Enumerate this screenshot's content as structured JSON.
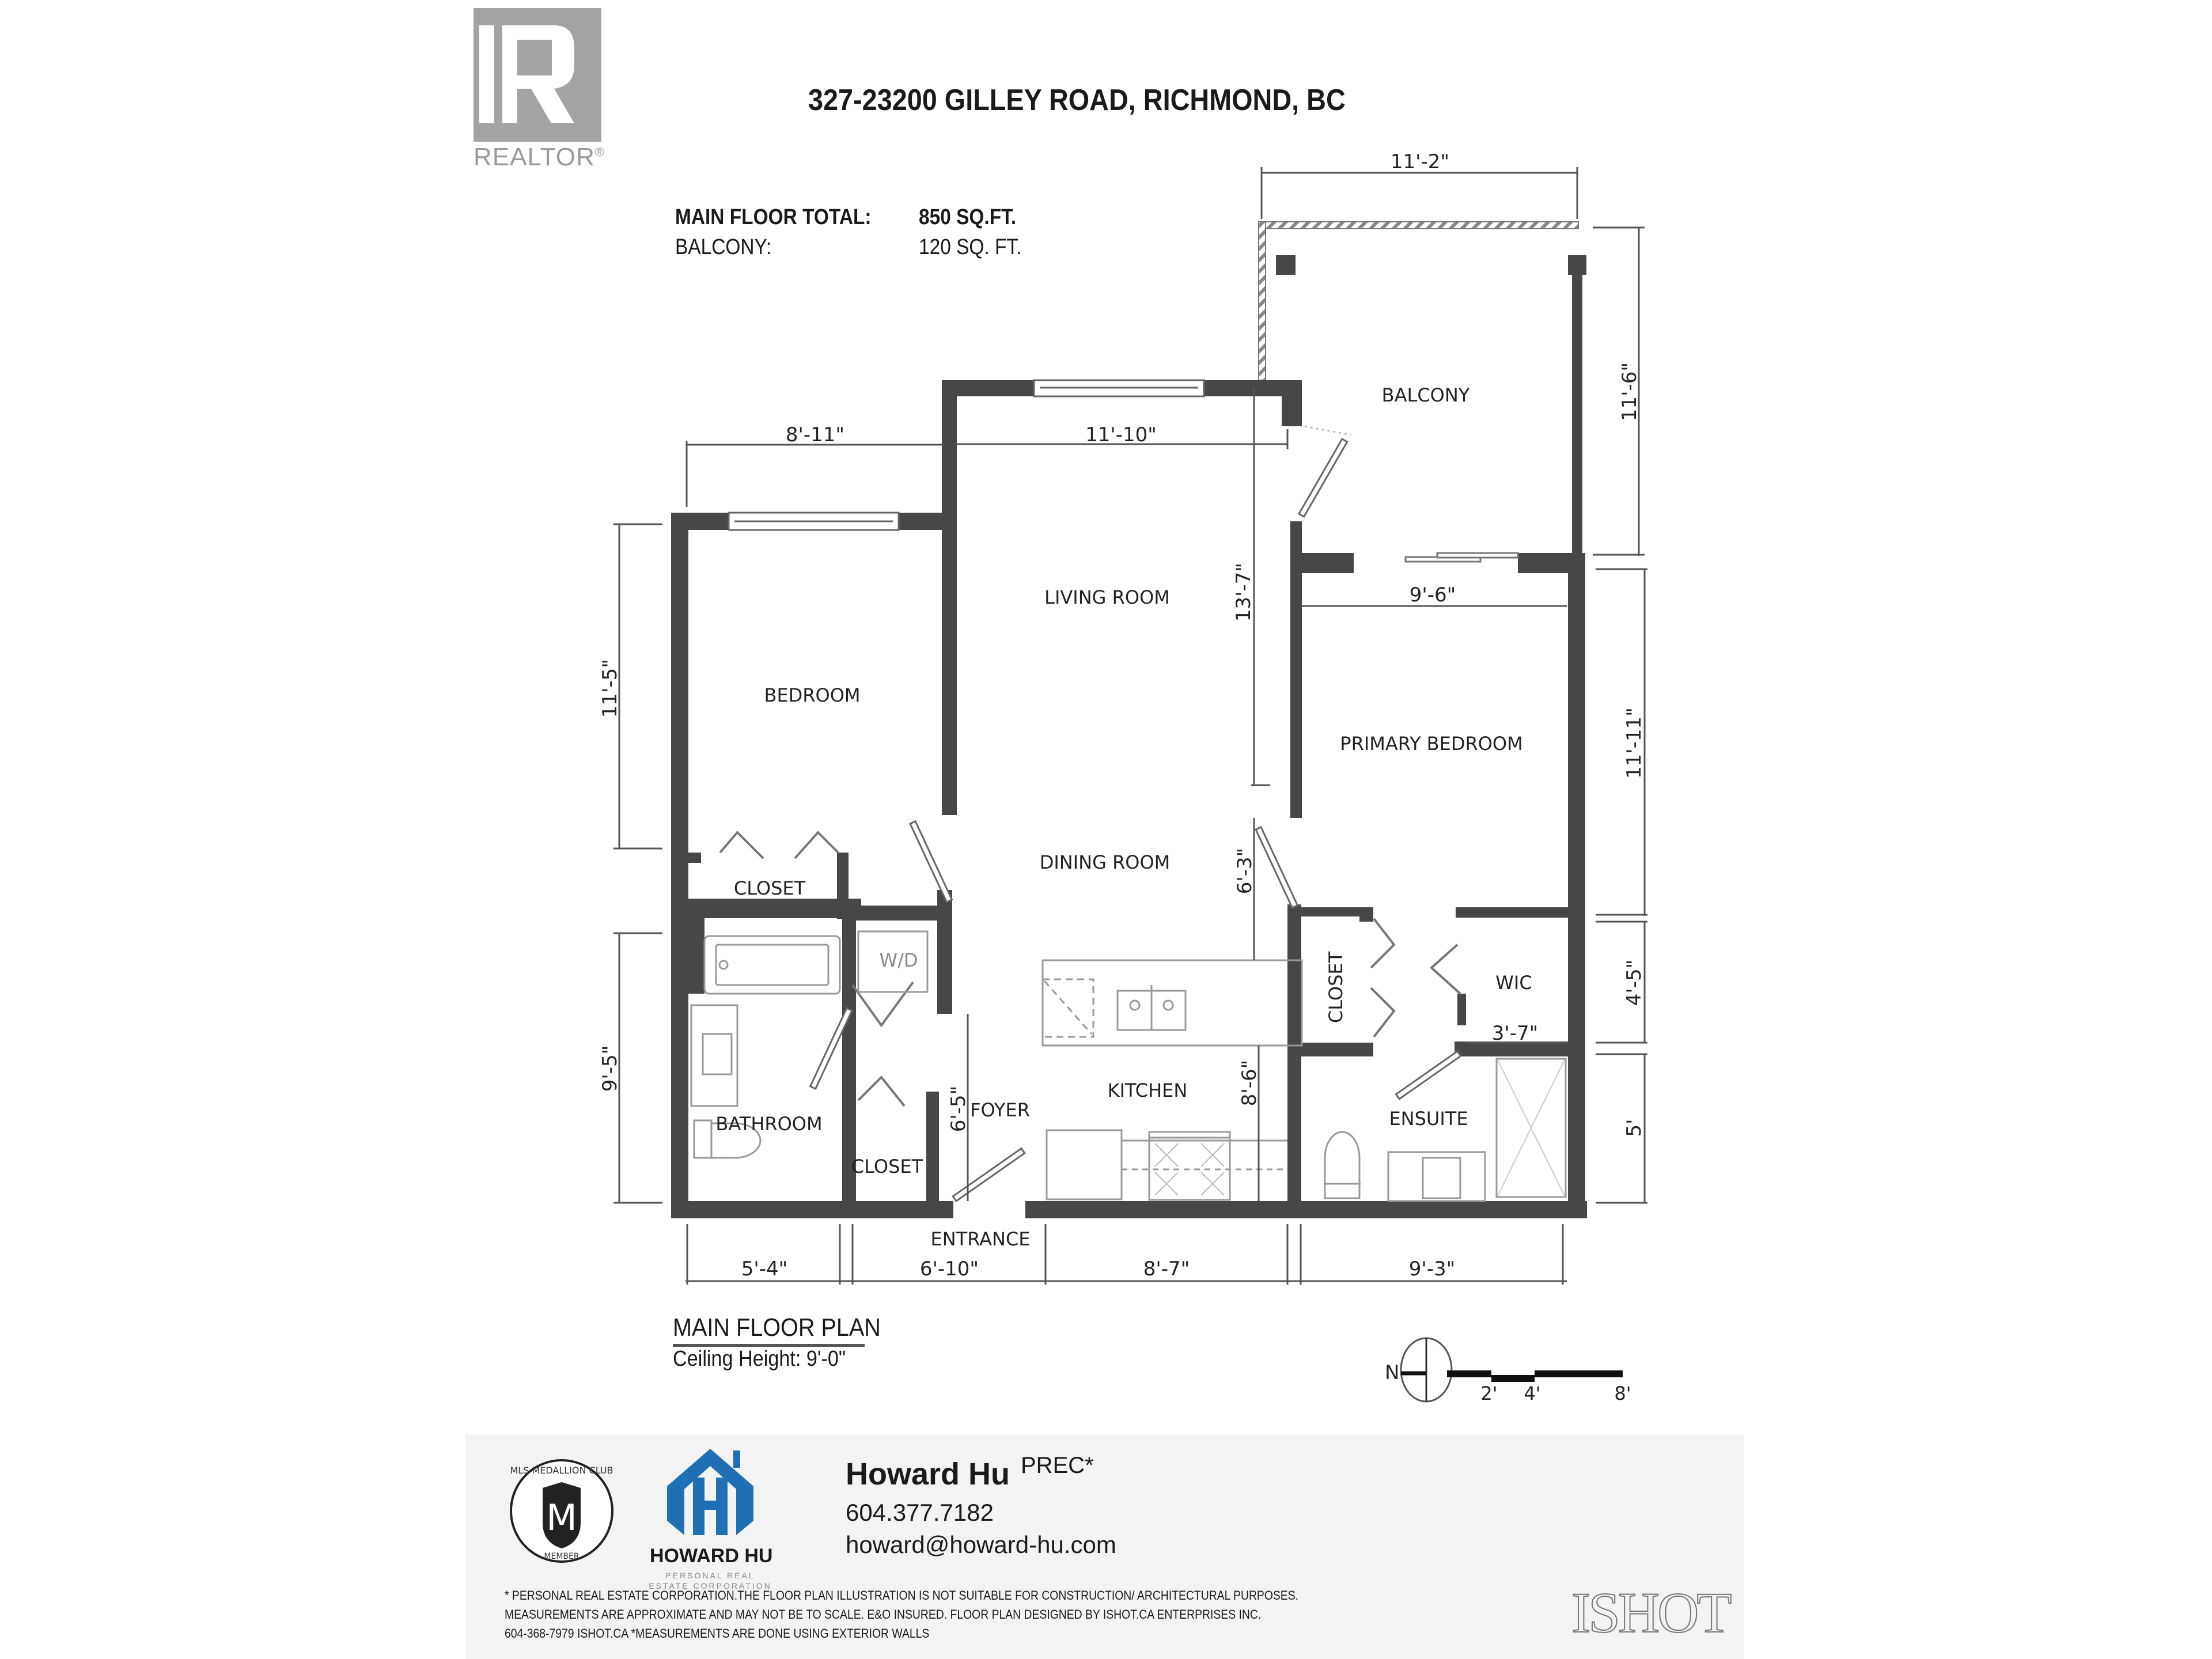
{
  "header": {
    "logo": {
      "icon": "realtor-r-icon",
      "word": "REALTOR",
      "reg_mark": "®",
      "color": "#a3a3a3"
    },
    "address": "327-23200 GILLEY ROAD, RICHMOND, BC"
  },
  "areas": [
    {
      "label": "MAIN FLOOR TOTAL:",
      "value": "850 SQ.FT."
    },
    {
      "label": "BALCONY:",
      "value": "120 SQ. FT."
    }
  ],
  "rooms": {
    "balcony": "BALCONY",
    "living_room": "LIVING ROOM",
    "bedroom": "BEDROOM",
    "primary_bedroom": "PRIMARY BEDROOM",
    "dining_room": "DINING ROOM",
    "closet_bedroom": "CLOSET",
    "closet_primary": "CLOSET",
    "wic": "WIC",
    "wd": "W/D",
    "bathroom": "BATHROOM",
    "foyer": "FOYER",
    "kitchen": "KITCHEN",
    "closet_foyer": "CLOSET",
    "ensuite": "ENSUITE",
    "entrance": "ENTRANCE"
  },
  "dimensions": {
    "balcony_width": "11'-2\"",
    "balcony_depth": "11'-6\"",
    "bedroom_width": "8'-11\"",
    "living_width": "11'-10\"",
    "living_depth": "13'-7\"",
    "bedroom_depth": "11'-5\"",
    "primary_width": "9'-6\"",
    "primary_depth": "11'-11\"",
    "dining_depth": "6'-3\"",
    "wic_depth": "4'-5\"",
    "wic_width": "3'-7\"",
    "bath_depth": "9'-5\"",
    "foyer_depth": "6'-5\"",
    "kitchen_depth": "8'-6\"",
    "ensuite_depth": "5'",
    "bottom_bath": "5'-4\"",
    "bottom_foyer": "6'-10\"",
    "bottom_kitchen": "8'-7\"",
    "bottom_ensuite": "9'-3\""
  },
  "plan_caption": {
    "title": "MAIN FLOOR PLAN",
    "ceiling": "Ceiling Height: 9'-0\""
  },
  "compass": {
    "label": "N",
    "icon": "north-arrow-icon"
  },
  "scale_bar": {
    "ticks": [
      "2'",
      "4'",
      "8'"
    ]
  },
  "footer": {
    "badge": {
      "icon": "mls-medallion-club-icon",
      "ring_text": "MLS MEDALLION CLUB",
      "bottom_text": "MEMBER",
      "letter": "M"
    },
    "brand": {
      "icon": "howard-hu-house-logo-icon",
      "name": "HOWARD HU",
      "sub1": "PERSONAL REAL",
      "sub2": "ESTATE CORPORATION",
      "color": "#1f6fb5"
    },
    "agent": {
      "name": "Howard Hu",
      "suffix": "PREC*",
      "phone": "604.377.7182",
      "email": "howard@howard-hu.com"
    },
    "disclaimer": [
      "* PERSONAL REAL ESTATE CORPORATION.THE FLOOR PLAN ILLUSTRATION IS NOT SUITABLE FOR CONSTRUCTION/ ARCHITECTURAL PURPOSES.",
      "MEASUREMENTS ARE APPROXIMATE AND MAY NOT BE TO SCALE. E&O INSURED. FLOOR PLAN DESIGNED BY ISHOT.CA ENTERPRISES INC.",
      "604-368-7979  ISHOT.CA  *MEASUREMENTS ARE DONE USING EXTERIOR WALLS"
    ],
    "designer_logo": "ISHOT"
  },
  "colors": {
    "wall": "#474747",
    "dim_line": "#555555",
    "fixture": "#999999",
    "footer_bg": "#f3f3f3"
  }
}
